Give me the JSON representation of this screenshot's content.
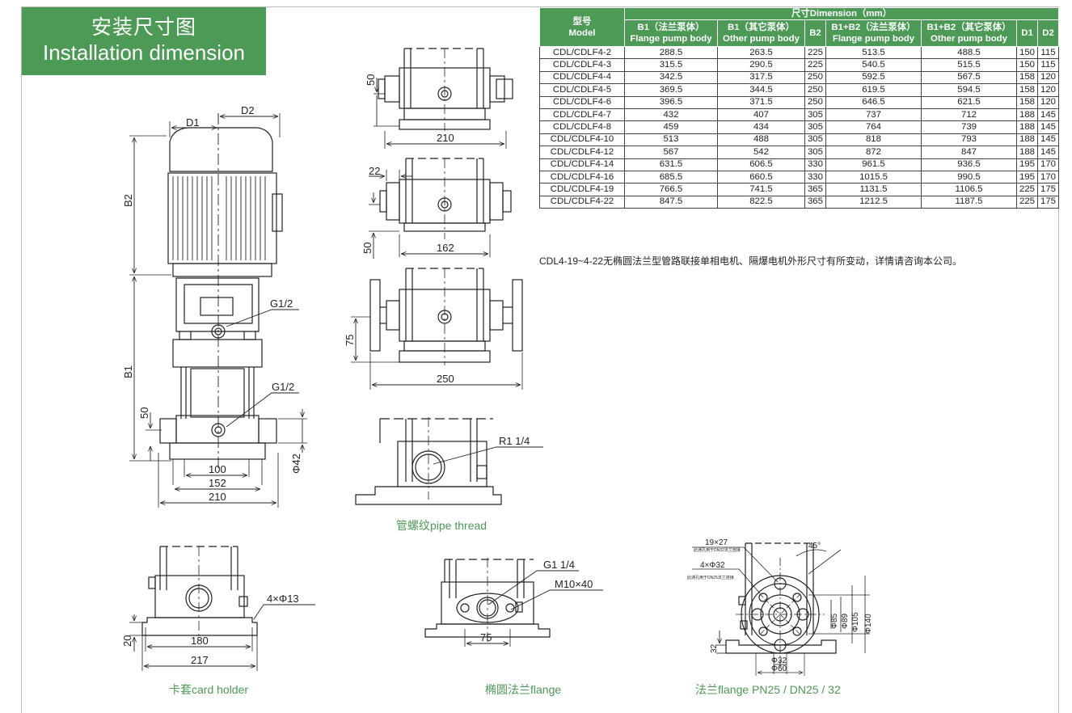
{
  "title": {
    "cn": "安装尺寸图",
    "en": "Installation dimension"
  },
  "table": {
    "group_header": "尺寸Dimension（mm）",
    "model_header": {
      "cn": "型号",
      "en": "Model"
    },
    "columns": [
      {
        "cn": "B1（法兰泵体）",
        "en": "Flange pump body"
      },
      {
        "cn": "B1（其它泵体）",
        "en": "Other pump body"
      },
      {
        "cn": "B2",
        "en": ""
      },
      {
        "cn": "B1+B2（法兰泵体）",
        "en": "Flange pump body"
      },
      {
        "cn": "B1+B2（其它泵体）",
        "en": "Other pump body"
      },
      {
        "cn": "D1",
        "en": ""
      },
      {
        "cn": "D2",
        "en": ""
      }
    ],
    "rows": [
      [
        "CDL/CDLF4-2",
        "288.5",
        "263.5",
        "225",
        "513.5",
        "488.5",
        "150",
        "115"
      ],
      [
        "CDL/CDLF4-3",
        "315.5",
        "290.5",
        "225",
        "540.5",
        "515.5",
        "150",
        "115"
      ],
      [
        "CDL/CDLF4-4",
        "342.5",
        "317.5",
        "250",
        "592.5",
        "567.5",
        "158",
        "120"
      ],
      [
        "CDL/CDLF4-5",
        "369.5",
        "344.5",
        "250",
        "619.5",
        "594.5",
        "158",
        "120"
      ],
      [
        "CDL/CDLF4-6",
        "396.5",
        "371.5",
        "250",
        "646.5",
        "621.5",
        "158",
        "120"
      ],
      [
        "CDL/CDLF4-7",
        "432",
        "407",
        "305",
        "737",
        "712",
        "188",
        "145"
      ],
      [
        "CDL/CDLF4-8",
        "459",
        "434",
        "305",
        "764",
        "739",
        "188",
        "145"
      ],
      [
        "CDL/CDLF4-10",
        "513",
        "488",
        "305",
        "818",
        "793",
        "188",
        "145"
      ],
      [
        "CDL/CDLF4-12",
        "567",
        "542",
        "305",
        "872",
        "847",
        "188",
        "145"
      ],
      [
        "CDL/CDLF4-14",
        "631.5",
        "606.5",
        "330",
        "961.5",
        "936.5",
        "195",
        "170"
      ],
      [
        "CDL/CDLF4-16",
        "685.5",
        "660.5",
        "330",
        "1015.5",
        "990.5",
        "195",
        "170"
      ],
      [
        "CDL/CDLF4-19",
        "766.5",
        "741.5",
        "365",
        "1131.5",
        "1106.5",
        "225",
        "175"
      ],
      [
        "CDL/CDLF4-22",
        "847.5",
        "822.5",
        "365",
        "1212.5",
        "1187.5",
        "225",
        "175"
      ]
    ]
  },
  "note": "CDL4-19~4-22无椭圆法兰型管路联接单相电机、隔爆电机外形尺寸有所变动，详情请咨询本公司。",
  "main_drawing": {
    "labels": {
      "d1": "D1",
      "d2": "D2",
      "b1": "B1",
      "b2": "B2",
      "g_top": "G1/2",
      "g_bottom": "G1/2",
      "h50": "50",
      "dia42": "Φ42",
      "w100": "100",
      "w152": "152",
      "w210": "210"
    }
  },
  "view_a": {
    "h": "50",
    "w": "210"
  },
  "view_b": {
    "h": "50",
    "top": "22",
    "w": "162"
  },
  "view_c": {
    "h": "75",
    "w": "250"
  },
  "view_d": {
    "thread": "R1 1/4"
  },
  "view_e": {
    "holes": "4×Φ13",
    "h": "20",
    "w1": "180",
    "w2": "217"
  },
  "view_f": {
    "g": "G1 1/4",
    "bolt": "M10×40",
    "w": "75"
  },
  "view_g": {
    "a": "19×27",
    "a_note": "此通孔用于DN32法兰连接",
    "b": "4×Φ32",
    "b_note": "此通孔用于DN25法兰连接",
    "angle": "45°",
    "d85": "Φ85",
    "d89": "Φ89",
    "d105": "Φ105",
    "d140": "Φ140",
    "h32": "32",
    "d32": "Φ32",
    "d60": "Φ60"
  },
  "captions": {
    "pipe_thread": "管螺纹pipe thread",
    "card_holder": "卡套card holder",
    "oval_flange": "椭圆法兰flange",
    "flange": "法兰flange PN25 / DN25 / 32"
  },
  "colors": {
    "accent": "#4c9a56",
    "line": "#222222"
  }
}
